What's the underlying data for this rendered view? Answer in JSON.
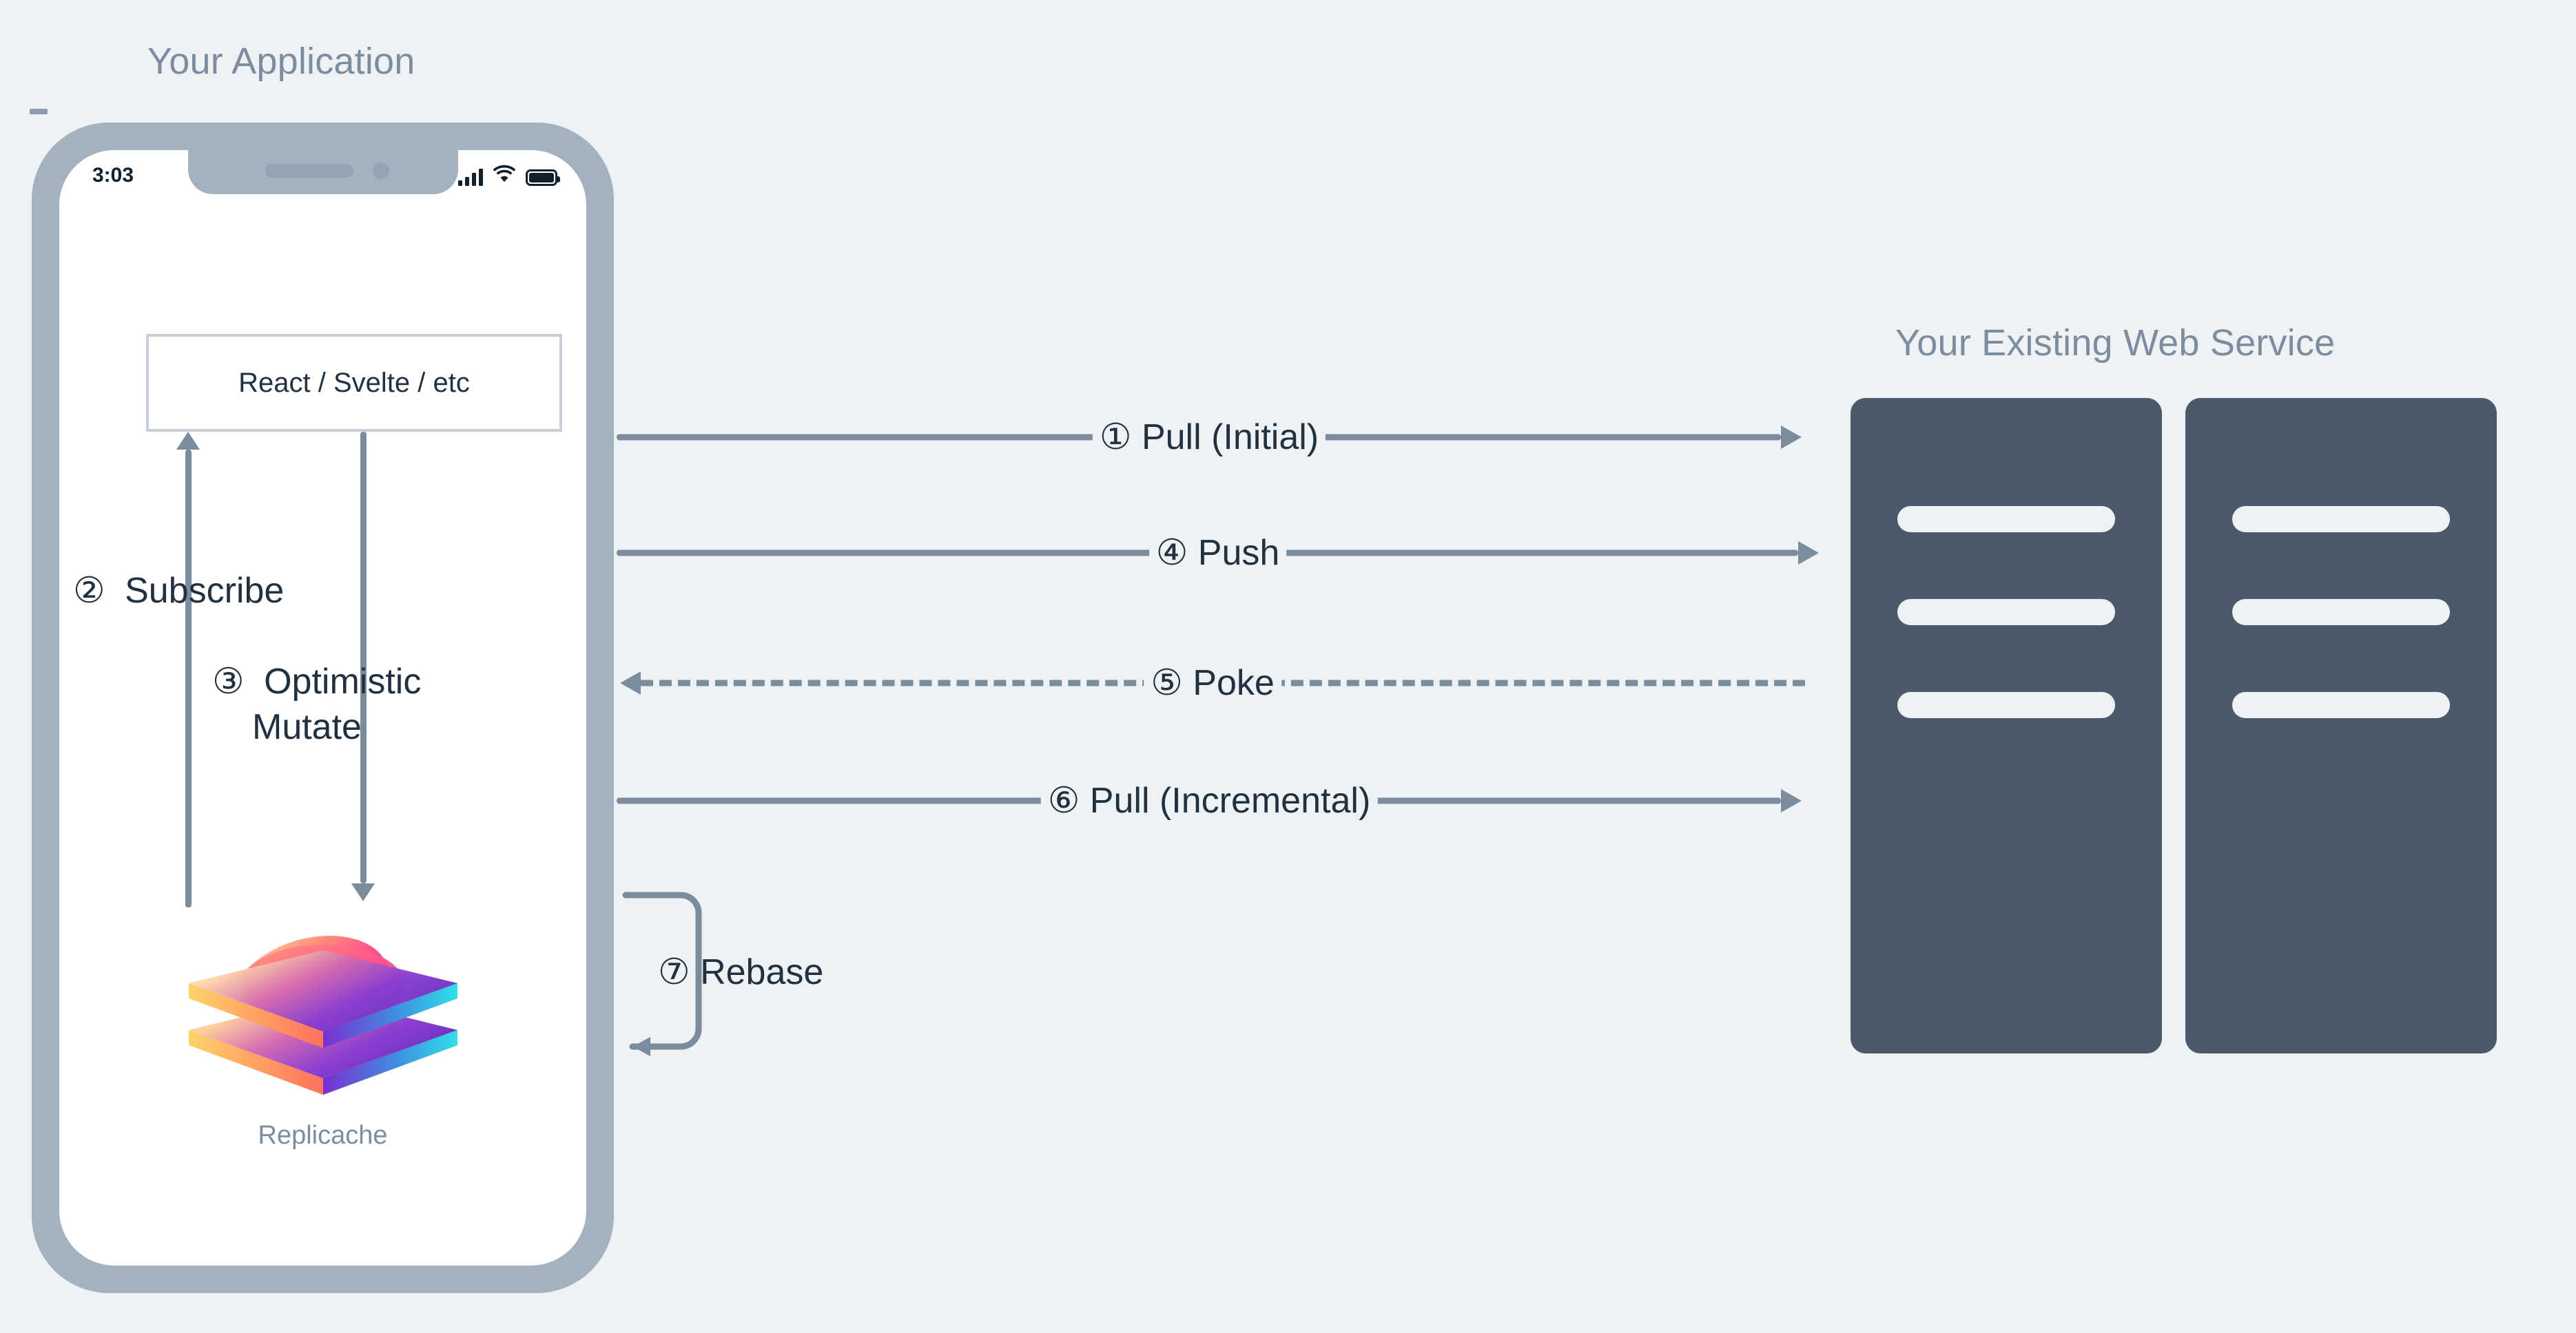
{
  "colors": {
    "background": "#eff2f5",
    "phone_frame": "#a4b1bf",
    "phone_screen": "#ffffff",
    "arrow": "#7b8c9d",
    "title_text": "#7d8da0",
    "label_text": "#22313f",
    "server_body": "#4a5a6a",
    "server_slot": "#eff2f5",
    "box_border": "#c5d0da"
  },
  "client": {
    "title": "Your Application",
    "phone": {
      "status_bar": {
        "time": "3:03",
        "icons": [
          "signal-bars-icon",
          "wifi-icon",
          "battery-icon"
        ]
      },
      "ui_box_label": "React / Svelte / etc",
      "store": {
        "logo": "replicache-logo",
        "label": "Replicache"
      },
      "internal_steps": [
        {
          "number": "②",
          "label": "Subscribe",
          "direction": "up",
          "from": "Replicache",
          "to": "React / Svelte / etc"
        },
        {
          "number": "③",
          "label_line1": "Optimistic",
          "label_line2": "Mutate",
          "direction": "down",
          "from": "React / Svelte / etc",
          "to": "Replicache"
        }
      ]
    }
  },
  "service": {
    "title": "Your Existing Web Service",
    "racks": [
      {
        "name": "server-rack-1",
        "slots": 3
      },
      {
        "name": "server-rack-2",
        "slots": 3
      }
    ]
  },
  "flows": [
    {
      "number": "①",
      "label": "① Pull (Initial)",
      "direction": "right",
      "style": "solid"
    },
    {
      "number": "④",
      "label": "④ Push",
      "direction": "right",
      "style": "solid"
    },
    {
      "number": "⑤",
      "label": "⑤ Poke",
      "direction": "left",
      "style": "dashed"
    },
    {
      "number": "⑥",
      "label": "⑥ Pull (Incremental)",
      "direction": "right",
      "style": "solid"
    }
  ],
  "rebase": {
    "label": "⑦ Rebase",
    "direction": "loop-left"
  },
  "steps_ordered": [
    "① Pull (Initial)",
    "② Subscribe",
    "③ Optimistic Mutate",
    "④ Push",
    "⑤ Poke",
    "⑥ Pull (Incremental)",
    "⑦ Rebase"
  ]
}
